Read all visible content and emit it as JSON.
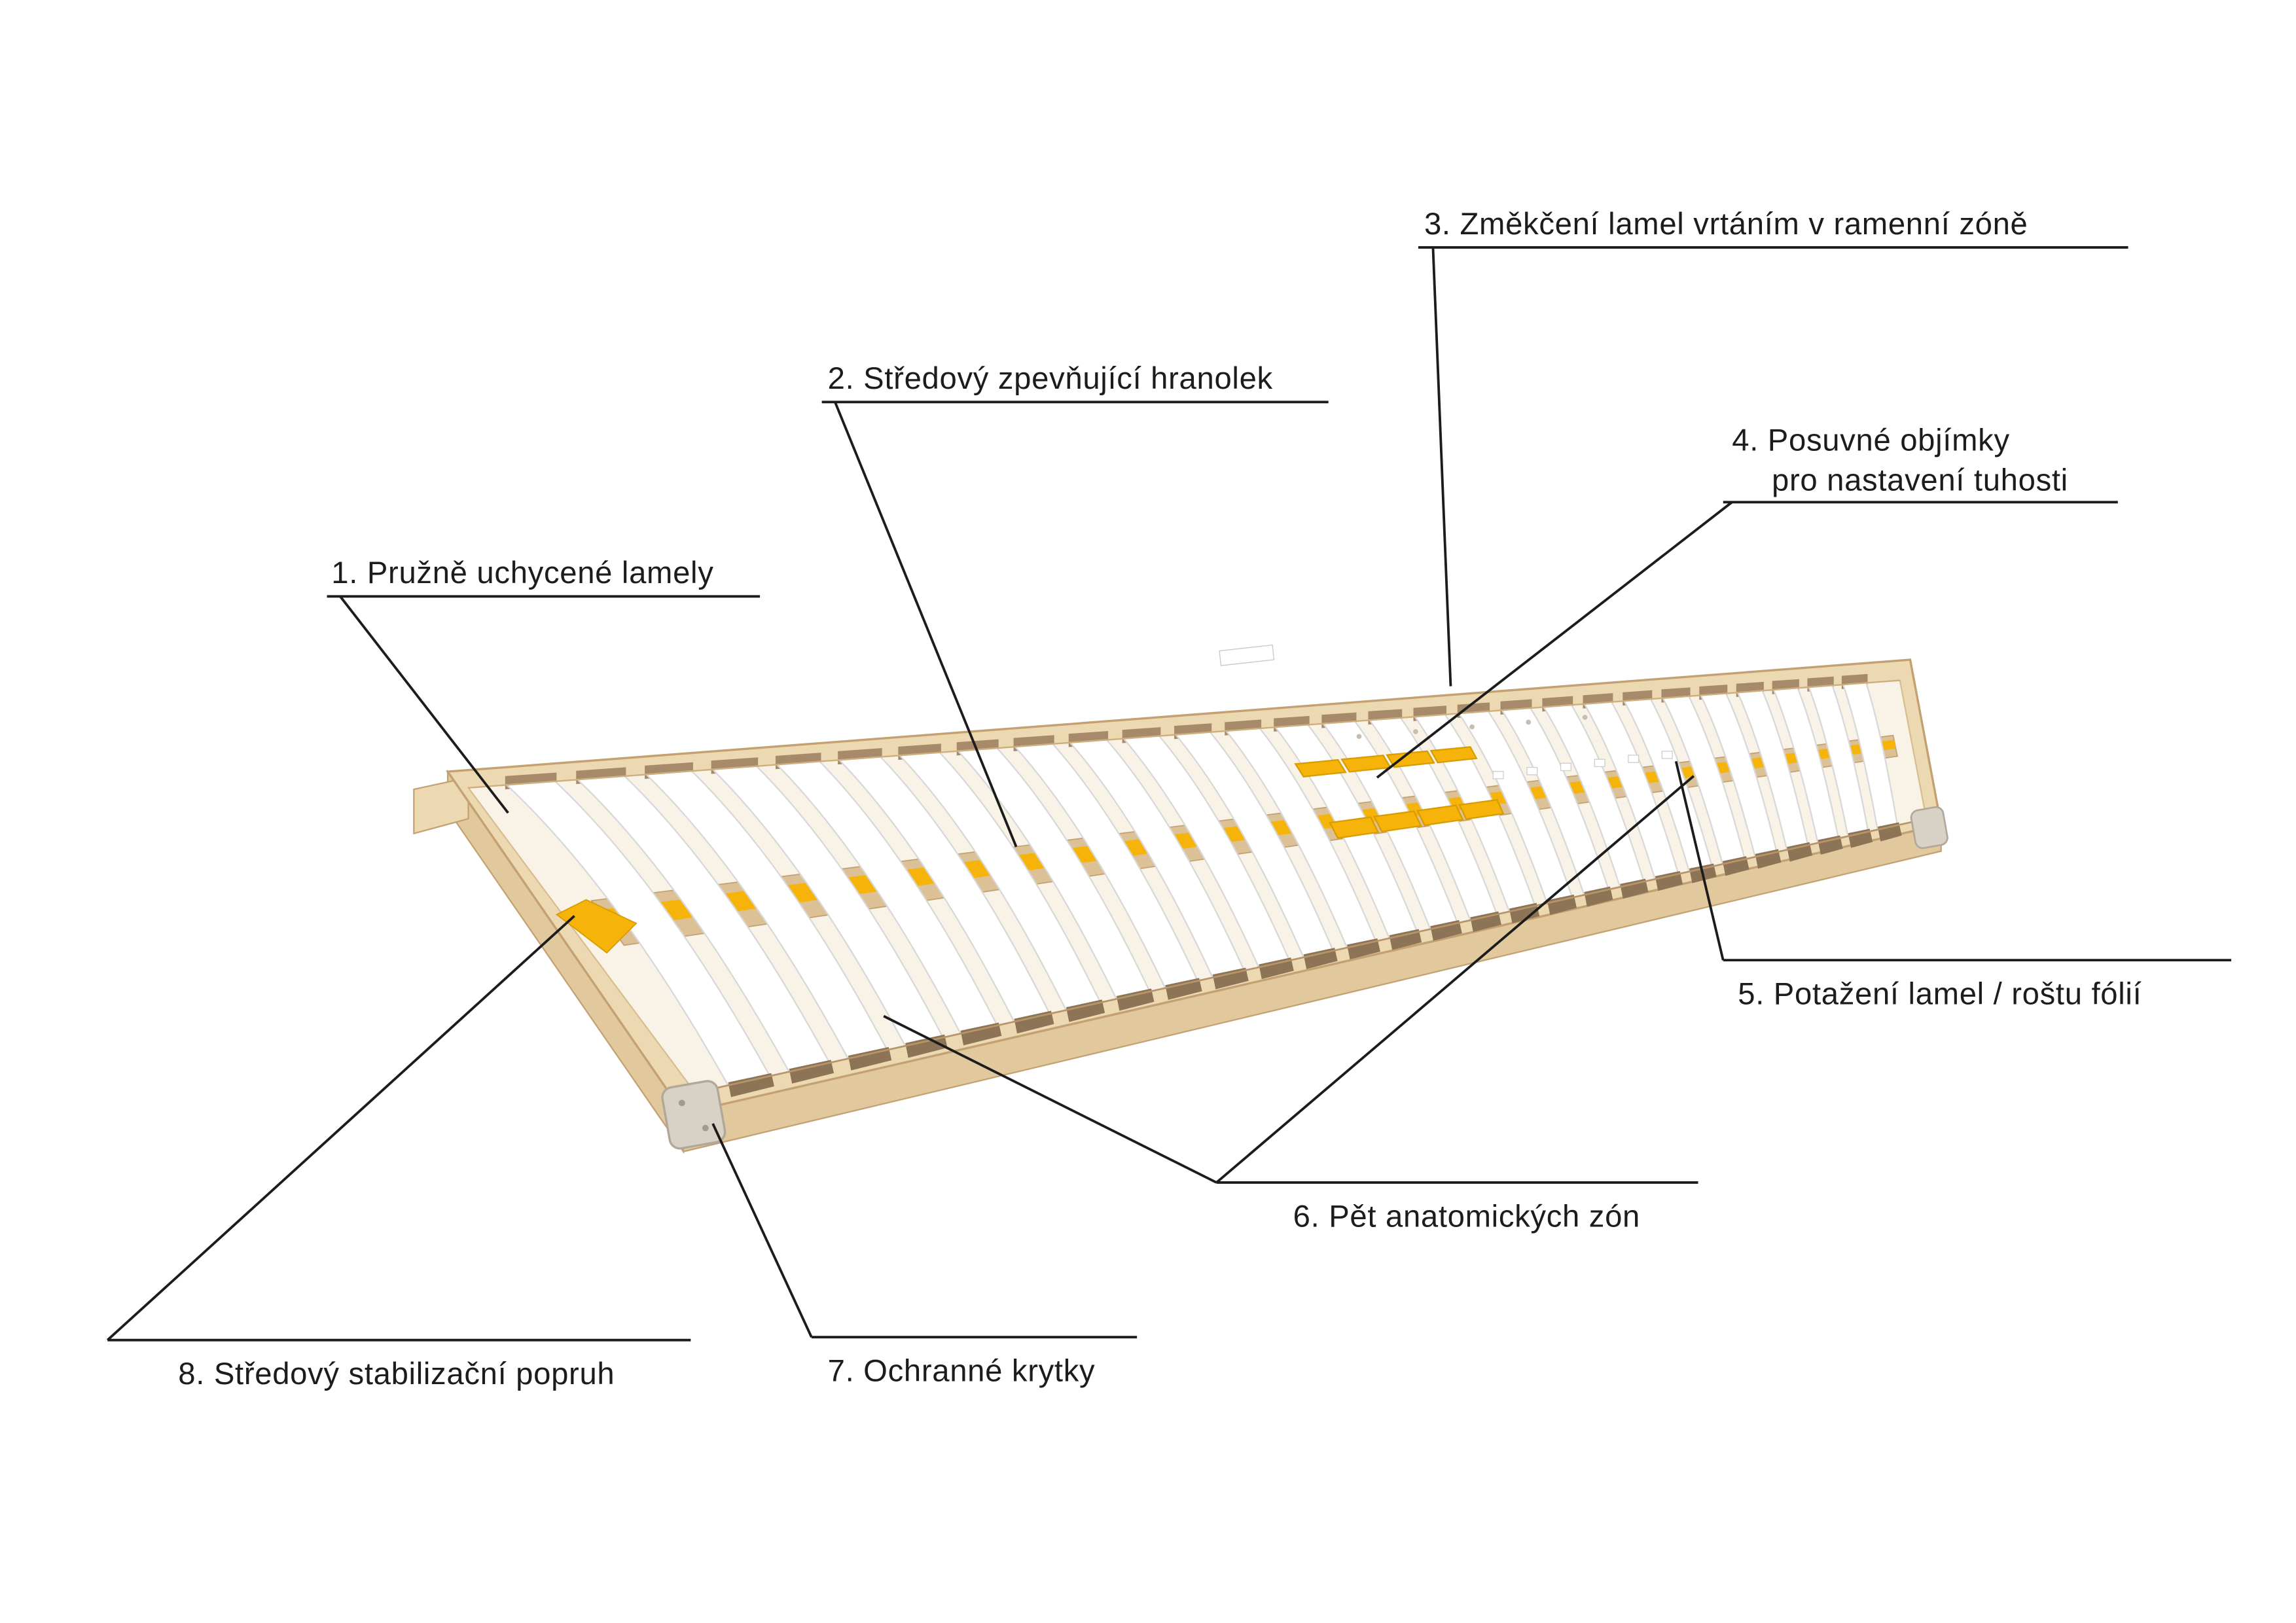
{
  "diagram": {
    "background": "#ffffff",
    "line_color": "#1c1c1c",
    "colors": {
      "wood_light": "#ecd9b1",
      "wood_mid": "#e2c89d",
      "wood_edge": "#c3a172",
      "deck": "#f8f2e7",
      "deck_edge": "#d8bd90",
      "slat": "#ffffff",
      "slat_edge": "#d8d8d8",
      "holder": "#8e7456",
      "holder_far": "#a68a69",
      "strap_yellow": "#f6b40a",
      "slider_edge": "#d89c00",
      "bar_wood": "#dcc096",
      "cap": "#d8d1c6",
      "cap_edge": "#b2a899",
      "screw": "#a49b8d"
    },
    "labels": [
      {
        "text": "1. Pružně uchycené lamely"
      },
      {
        "text": "2. Středový zpevňující hranolek"
      },
      {
        "text": "3. Změkčení lamel vrtáním v ramenní zóně"
      },
      {
        "text": "4. Posuvné objímky",
        "text2": "pro nastavení tuhosti"
      },
      {
        "text": "5. Potažení lamel / roštu fólií"
      },
      {
        "text": "6. Pět anatomických zón"
      },
      {
        "text": "7. Ochranné krytky"
      },
      {
        "text": "8. Středový stabilizační popruh"
      }
    ]
  }
}
